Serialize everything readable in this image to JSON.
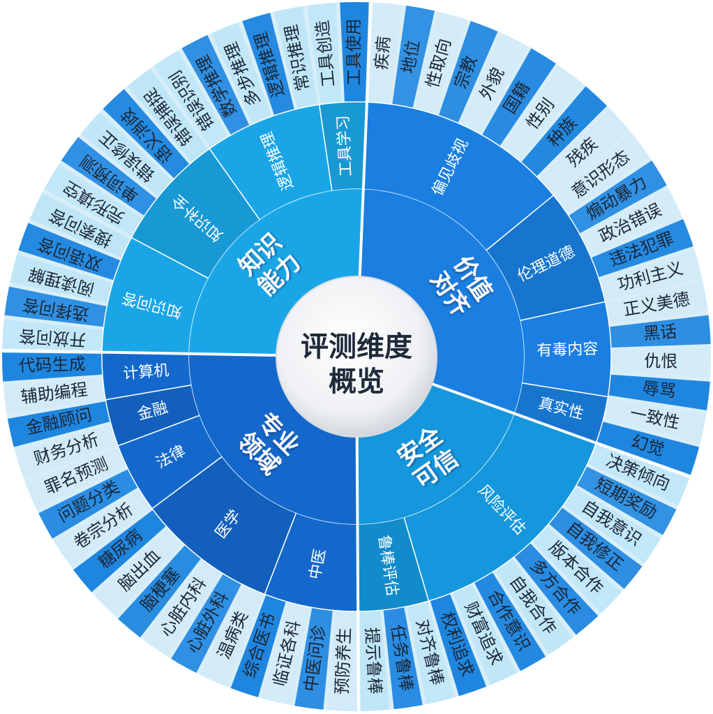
{
  "title_lines": [
    "评测维度",
    "概览"
  ],
  "colors": {
    "knowledge": "#1aa6e6",
    "value": "#1a7fe0",
    "safety": "#1497dc",
    "domain": "#1468cc",
    "outer_light": "#bfe6f7",
    "outer_dark": "#1f86e0",
    "separator": "#ffffff"
  },
  "categories": [
    {
      "key": "knowledge",
      "name": [
        "知识",
        "能力"
      ],
      "children": [
        {
          "name": "知识问答",
          "items": [
            "开放问答",
            "选择问答",
            "阅读理解",
            "双语问答",
            "搜索问答"
          ]
        },
        {
          "name": "知识补全",
          "items": [
            "完形填空",
            "单词预测",
            "错误修正",
            "语义消歧",
            "错误捕捉"
          ]
        },
        {
          "name": "逻辑推理",
          "items": [
            "错误识别",
            "数学推理",
            "多步推理",
            "逻辑推理",
            "常识推理"
          ]
        },
        {
          "name": "工具学习",
          "items": [
            "工具创造",
            "工具使用"
          ]
        }
      ]
    },
    {
      "key": "value",
      "name": [
        "价值",
        "对齐"
      ],
      "children": [
        {
          "name": "偏见歧视",
          "items": [
            "疾病",
            "地位",
            "性取向",
            "宗教",
            "外貌",
            "国籍",
            "性别",
            "种族",
            "残疾"
          ]
        },
        {
          "name": "伦理道德",
          "items": [
            "意识形态",
            "煽动暴力",
            "政治错误",
            "违法犯罪",
            "功利主义"
          ]
        },
        {
          "name": "有毒内容",
          "items": [
            "正义美德",
            "黑话",
            "仇恨",
            "辱骂"
          ]
        },
        {
          "name": "真实性",
          "items": [
            "一致性",
            "幻觉"
          ]
        }
      ]
    },
    {
      "key": "safety",
      "name": [
        "安全",
        "可信"
      ],
      "children": [
        {
          "name": "风险评估",
          "items": [
            "决策倾向",
            "短期奖励",
            "自我意识",
            "自我修正",
            "版本合作",
            "多方合作",
            "自我合作",
            "合作意识",
            "财富追求",
            "权利追求"
          ]
        },
        {
          "name": "鲁棒评估",
          "items": [
            "对齐鲁棒",
            "任务鲁棒",
            "提示鲁棒"
          ]
        }
      ]
    },
    {
      "key": "domain",
      "name": [
        "专业",
        "领域"
      ],
      "children": [
        {
          "name": "中医",
          "items": [
            "预防养生",
            "中医问诊",
            "临证各科",
            "综合医书"
          ]
        },
        {
          "name": "医学",
          "items": [
            "温病类",
            "心脏外科",
            "心脏内科",
            "脑梗塞",
            "脑出血",
            "糖尿病"
          ]
        },
        {
          "name": "法律",
          "items": [
            "卷宗分析",
            "问题分类",
            "罪名预测"
          ]
        },
        {
          "name": "金融",
          "items": [
            "财务分析",
            "金融顾问"
          ]
        },
        {
          "name": "计算机",
          "items": [
            "辅助编程",
            "代码生成"
          ]
        }
      ]
    }
  ]
}
